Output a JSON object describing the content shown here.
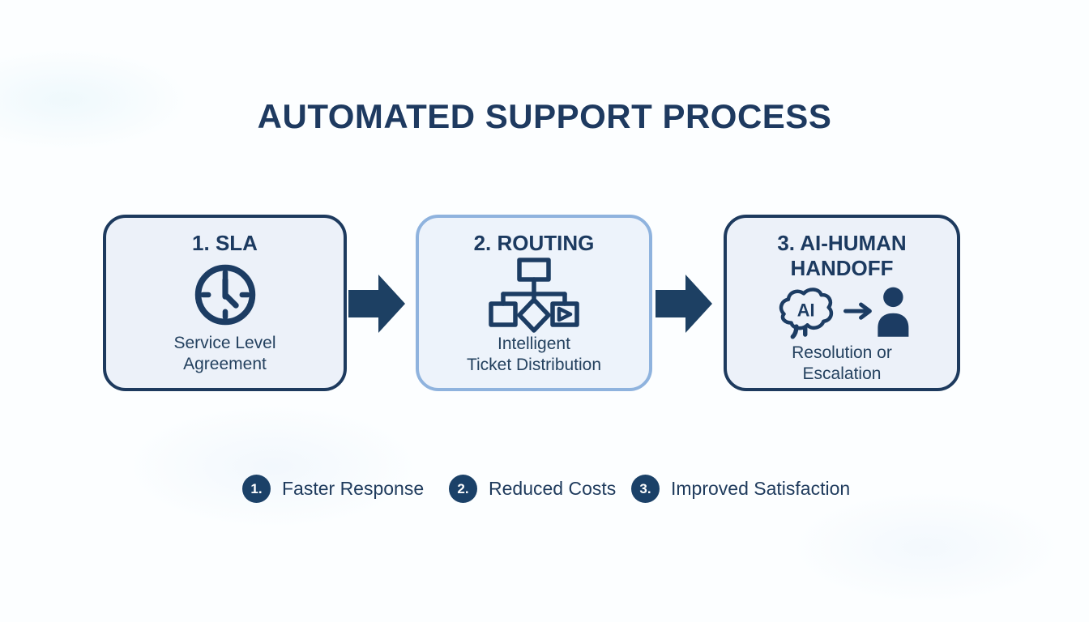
{
  "title": "AUTOMATED SUPPORT PROCESS",
  "steps": [
    {
      "heading": "1. SLA",
      "icon": "clock-icon",
      "desc1": "Service Level",
      "desc2": "Agreement"
    },
    {
      "heading": "2. ROUTING",
      "icon": "routing-flowchart-icon",
      "desc1": "Intelligent",
      "desc2": "Ticket Distribution"
    },
    {
      "heading": "3. AI-HUMAN HANDOFF",
      "icon": "ai-human-handoff-icon",
      "ai_label": "AI",
      "desc1": "Resolution or",
      "desc2": "Escalation"
    }
  ],
  "benefits": [
    {
      "number": "1.",
      "label": "Faster Response"
    },
    {
      "number": "2.",
      "label": "Reduced Costs"
    },
    {
      "number": "3.",
      "label": "Improved Satisfaction"
    }
  ],
  "colors": {
    "navy": "#1c3c63",
    "title_text": "#1e3a60",
    "box_background": "#ecf1f9",
    "box_border_dark": "#1d3a5e",
    "box_border_highlight": "#8fb3de",
    "arrow": "#1d4063",
    "badge_background": "#1b4168",
    "badge_text": "#ffffff",
    "page_background": "#fcfeff"
  }
}
